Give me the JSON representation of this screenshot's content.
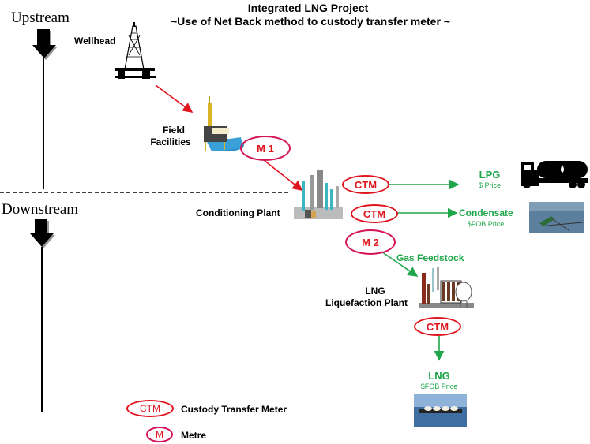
{
  "title": {
    "line1": "Integrated LNG Project",
    "line2": "~Use of Net Back method to custody transfer meter ~"
  },
  "sections": {
    "upstream": "Upstream",
    "downstream": "Downstream"
  },
  "nodes": {
    "wellhead": "Wellhead",
    "field_facilities_1": "Field",
    "field_facilities_2": "Facilities",
    "conditioning_plant": "Conditioning Plant",
    "lng_plant_1": "LNG",
    "lng_plant_2": "Liquefaction Plant"
  },
  "meters": {
    "m1": "M 1",
    "m2": "M 2",
    "ctm_lpg": "CTM",
    "ctm_condensate": "CTM",
    "ctm_lng": "CTM"
  },
  "products": {
    "lpg": {
      "name": "LPG",
      "price": "$ Price"
    },
    "condensate": {
      "name": "Condensate",
      "price": "$FOB Price"
    },
    "gas_feedstock": {
      "name": "Gas Feedstock"
    },
    "lng": {
      "name": "LNG",
      "price": "$FOB Price"
    }
  },
  "legend": {
    "ctm_symbol": "CTM",
    "ctm_label": "Custody Transfer Meter",
    "m_symbol": "M",
    "m_label": "Metre"
  },
  "colors": {
    "meter_red": "#e0141e",
    "metre_pink": "#d4145a",
    "flow_green": "#1fa64a",
    "upstream_flow_red": "#e0141e"
  }
}
